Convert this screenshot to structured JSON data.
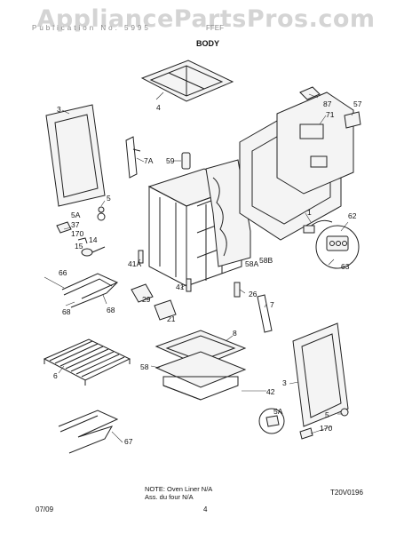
{
  "watermark": "AppliancePartsPros.com",
  "header": {
    "faint_left": "Publication No. 5995",
    "faint_right": "FFEF",
    "title": "BODY"
  },
  "callouts": [
    "3",
    "4",
    "87",
    "71",
    "57",
    "59",
    "7A",
    "5",
    "5A",
    "37",
    "170",
    "14",
    "15",
    "1",
    "62",
    "66",
    "41A",
    "58A",
    "58B",
    "63",
    "68",
    "68",
    "41",
    "26",
    "7",
    "29",
    "21",
    "8",
    "6",
    "58",
    "3",
    "42",
    "5A",
    "5",
    "170",
    "67"
  ],
  "note": {
    "line1": "NOTE: Oven Liner N/A",
    "line2": "Ass. du four N/A"
  },
  "drawing_code": "T20V0196",
  "footer": {
    "date": "07/09",
    "page": "4"
  }
}
